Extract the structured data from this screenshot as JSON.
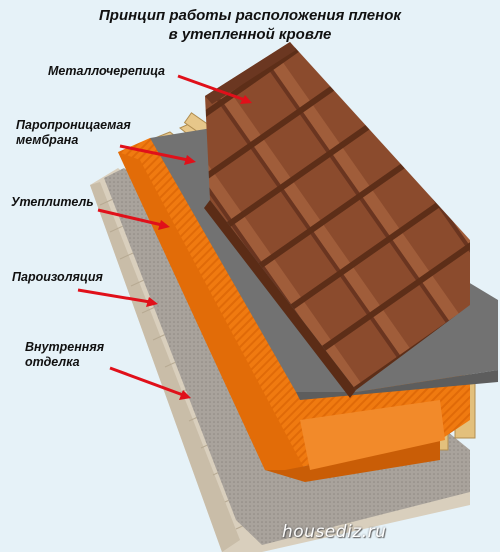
{
  "title": "Принцип работы расположения пленок\nв утепленной кровле",
  "labels": {
    "metal_tile": "Металлочерепица",
    "membrane": "Паропроницаемая\nмембрана",
    "insulation": "Утеплитель",
    "vapor_barrier": "Пароизоляция",
    "interior_finish": "Внутренняя\nотделка"
  },
  "watermark": "housediz.ru",
  "colors": {
    "background": "#e6f2f8",
    "arrow": "#e0101a",
    "metal_tile": "#8a4a2c",
    "insulation": "#f07a10",
    "membrane": "#7a7a7a",
    "wood": "#e7c78a",
    "vapor_barrier": "#a9a39c",
    "interior_finish": "#ddd3c3"
  }
}
